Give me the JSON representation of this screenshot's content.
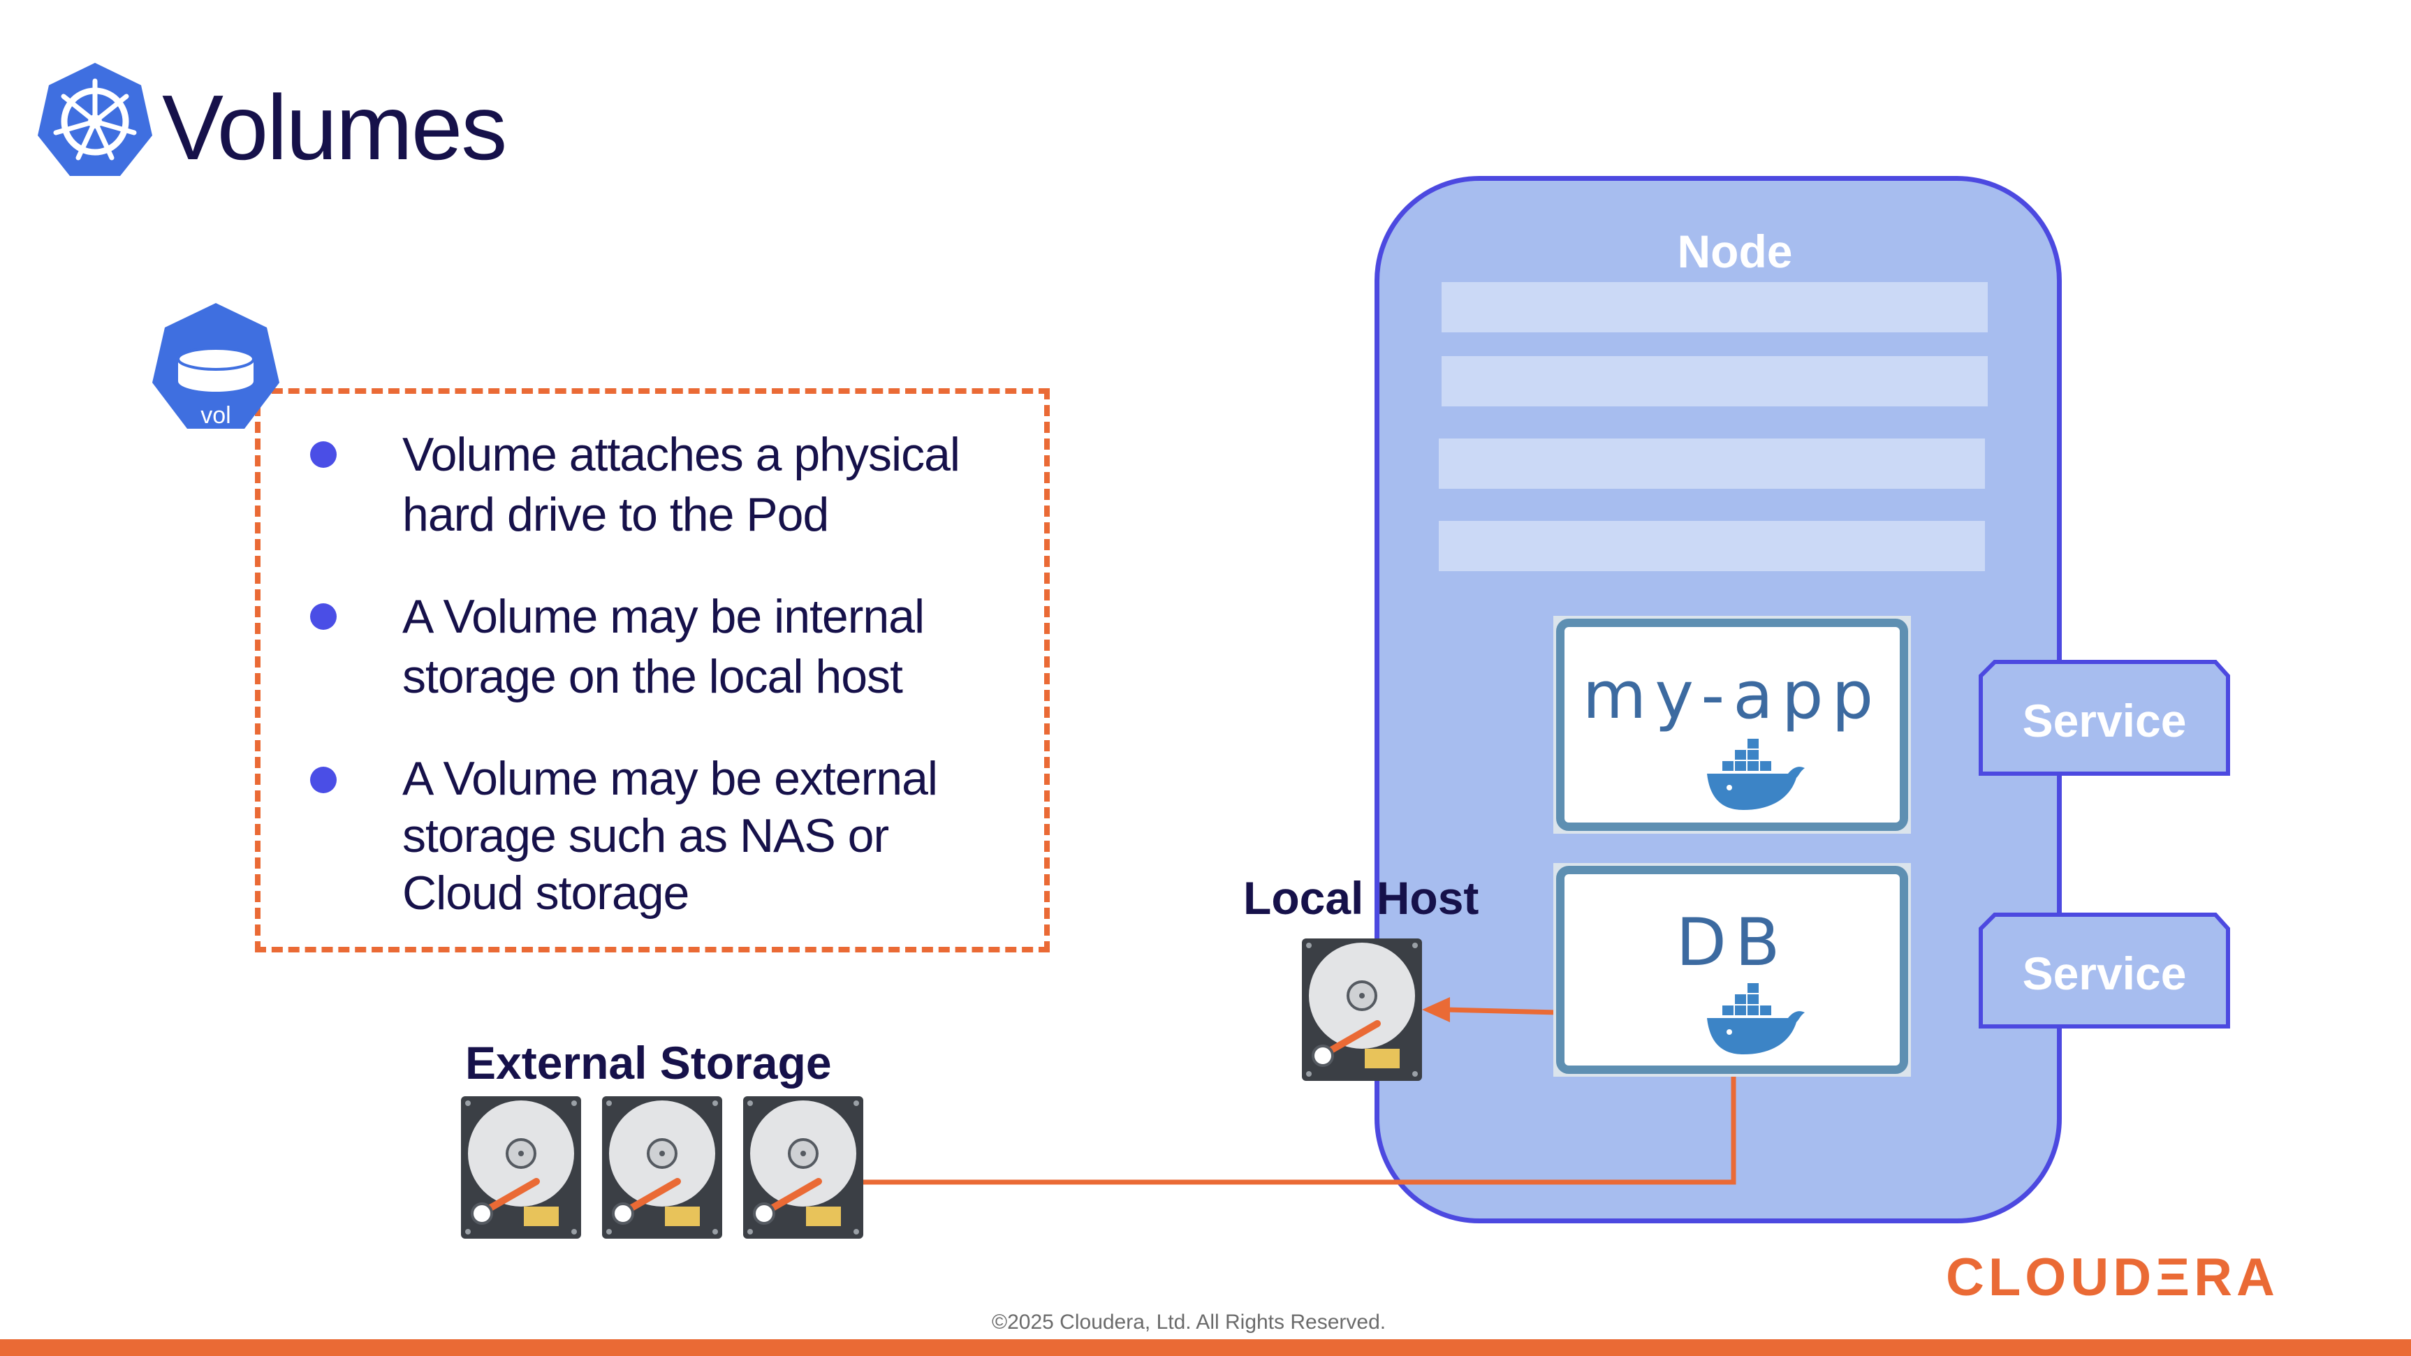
{
  "header": {
    "title": "Volumes",
    "logo_icon": "kubernetes-helm-icon"
  },
  "volume_badge": {
    "label": "vol",
    "icon": "storage-cylinder-icon"
  },
  "bullets": [
    {
      "text_line1": "Volume attaches a physical",
      "text_line2": "hard drive to the Pod",
      "text_line3": ""
    },
    {
      "text_line1": "A Volume may be internal",
      "text_line2": "storage on the local host",
      "text_line3": ""
    },
    {
      "text_line1": "A Volume may be external",
      "text_line2": "storage such as NAS or",
      "text_line3": "Cloud storage"
    }
  ],
  "node": {
    "label": "Node",
    "containers": [
      {
        "label": "my-app",
        "icon": "docker-whale-icon"
      },
      {
        "label": "DB",
        "icon": "docker-whale-icon"
      }
    ],
    "services": [
      {
        "label": "Service"
      },
      {
        "label": "Service"
      }
    ]
  },
  "local_host": {
    "label": "Local Host",
    "icon": "hard-drive-icon"
  },
  "external_storage": {
    "label": "External Storage",
    "icon": "hard-drive-icon",
    "count": 3
  },
  "footer": {
    "copyright": "©2025 Cloudera, Ltd. All Rights Reserved.",
    "brand": "CLOUDΞRA"
  },
  "colors": {
    "accent_orange": "#ea6a35",
    "navy_text": "#16114a",
    "k8s_blue": "#3f6fe0",
    "node_fill": "#a7bdef",
    "node_border": "#4c49e0",
    "bullet_dot": "#4a4ee6"
  }
}
